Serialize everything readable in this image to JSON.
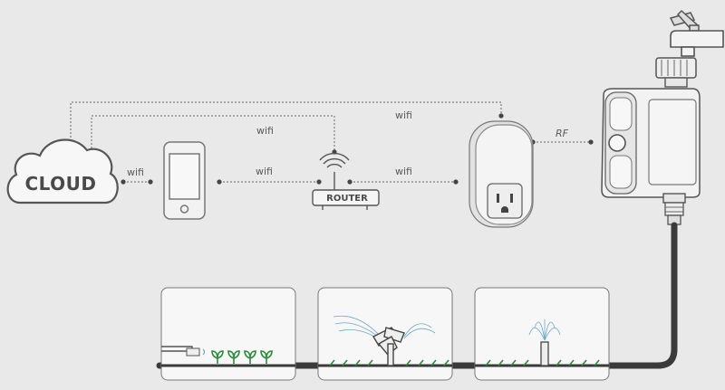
{
  "nodes": {
    "cloud_label": "CLOUD",
    "router_label": "ROUTER"
  },
  "links": {
    "cloud_phone": "wifi",
    "phone_router": "wifi",
    "router_plug": "wifi",
    "cloud_router": "wifi",
    "cloud_plug": "wifi",
    "plug_controller": "RF"
  },
  "colors": {
    "background": "#e9e9e9",
    "line": "#555555",
    "hose": "#3a3a3a",
    "plant": "#2e8b3e"
  }
}
